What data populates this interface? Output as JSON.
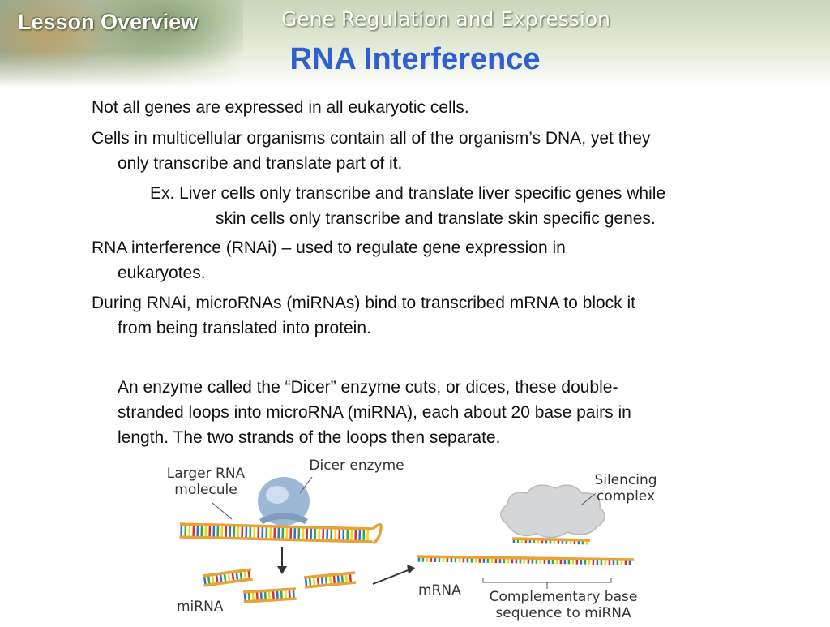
{
  "header": {
    "section_label": "Lesson Overview",
    "subtitle": "Gene Regulation and Expression",
    "title": "RNA Interference"
  },
  "body": {
    "lines": [
      "Not all genes are expressed in all eukaryotic cells.",
      " Cells in multicellular organisms contain all of the organism’s DNA, yet they",
      "only transcribe and translate part of it.",
      "Ex. Liver cells only transcribe and translate liver specific genes while",
      "skin cells only transcribe and translate skin specific genes.",
      "RNA interference (RNAi) – used to regulate gene expression in",
      "eukaryotes.",
      "During RNAi, microRNAs (miRNAs) bind to transcribed mRNA to block it",
      "from being translated into protein.",
      "An enzyme called the “Dicer” enzyme cuts, or dices, these double-",
      "stranded loops into microRNA (miRNA), each about 20 base pairs in",
      "length. The two strands of the loops then separate."
    ]
  },
  "figure": {
    "label_larger_rna": "Larger RNA molecule",
    "label_dicer": "Dicer enzyme",
    "label_silencing": "Silencing complex",
    "label_mrna": "mRNA",
    "label_mirna": "miRNA",
    "label_complementary": "Complementary base sequence to miRNA",
    "colors": {
      "backbone": "#e8a23a",
      "rung_red": "#d8322a",
      "rung_yellow": "#f2d21a",
      "rung_green": "#3aa83a",
      "rung_blue": "#2f6fd0",
      "dicer": "#9db8d6",
      "cloud": "#d4d6d8"
    }
  }
}
